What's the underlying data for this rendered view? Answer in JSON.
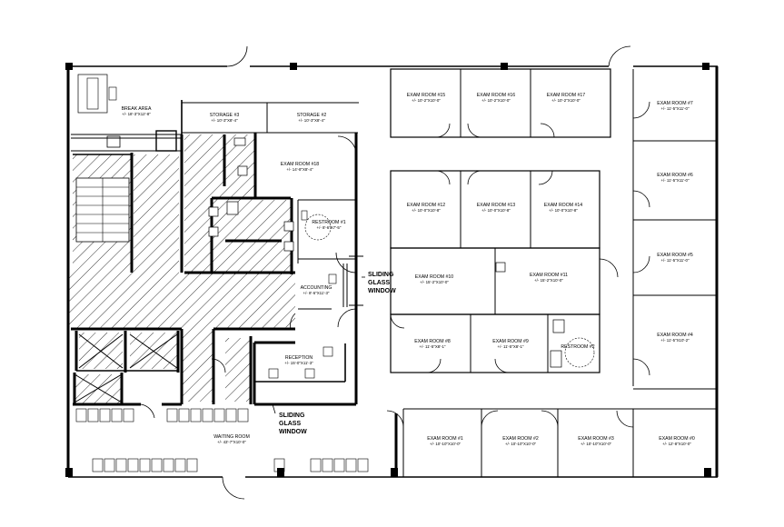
{
  "rooms": [
    {
      "id": "break-area",
      "name": "BREAK AREA",
      "dims": "+/- 18'-3\"X12'-8\""
    },
    {
      "id": "storage-3",
      "name": "STORAGE #3",
      "dims": "+/- 10'-3\"X8'-4\""
    },
    {
      "id": "storage-2",
      "name": "STORAGE #2",
      "dims": "+/- 10'-3\"X8'-4\""
    },
    {
      "id": "exam-18",
      "name": "EXAM ROOM #18",
      "dims": "+/- 14'-8\"X8'-4\""
    },
    {
      "id": "exam-15",
      "name": "EXAM ROOM #15",
      "dims": "+/- 10'-2\"X10'-0\""
    },
    {
      "id": "exam-16",
      "name": "EXAM ROOM #16",
      "dims": "+/- 10'-2\"X10'-0\""
    },
    {
      "id": "exam-17",
      "name": "EXAM ROOM #17",
      "dims": "+/- 10'-2\"X10'-0\""
    },
    {
      "id": "exam-7",
      "name": "EXAM ROOM #7",
      "dims": "+/- 11'-5\"X11'-0\""
    },
    {
      "id": "exam-6",
      "name": "EXAM ROOM #6",
      "dims": "+/- 11'-5\"X11'-0\""
    },
    {
      "id": "exam-5",
      "name": "EXAM ROOM #5",
      "dims": "+/- 11'-5\"X11'-0\""
    },
    {
      "id": "exam-4",
      "name": "EXAM ROOM #4",
      "dims": "+/- 11'-5\"X10'-2\""
    },
    {
      "id": "exam-12",
      "name": "EXAM ROOM #12",
      "dims": "+/- 10'-0\"X10'-8\""
    },
    {
      "id": "exam-13",
      "name": "EXAM ROOM #13",
      "dims": "+/- 10'-0\"X10'-8\""
    },
    {
      "id": "exam-14",
      "name": "EXAM ROOM #14",
      "dims": "+/- 10'-0\"X10'-8\""
    },
    {
      "id": "restroom-1",
      "name": "RESTROOM #1",
      "dims": "+/- 8'-6\"X7'-5\""
    },
    {
      "id": "exam-10",
      "name": "EXAM ROOM #10",
      "dims": "+/- 15'-2\"X10'-0\""
    },
    {
      "id": "exam-11",
      "name": "EXAM ROOM #11",
      "dims": "+/- 15'-2\"X10'-0\""
    },
    {
      "id": "accounting",
      "name": "ACCOUNTING",
      "dims": "+/- 8'-6\"X11'-3\""
    },
    {
      "id": "exam-8",
      "name": "EXAM ROOM #8",
      "dims": "+/- 11'-5\"X8'-1\""
    },
    {
      "id": "exam-9",
      "name": "EXAM ROOM #9",
      "dims": "+/- 11'-5\"X8'-1\""
    },
    {
      "id": "restroom-2",
      "name": "RESTROOM #2",
      "dims": ""
    },
    {
      "id": "reception",
      "name": "RECEPTION",
      "dims": "+/- 15'-0\"X11'-3\""
    },
    {
      "id": "waiting",
      "name": "WAITING ROOM",
      "dims": "+/- 43'-7\"X10'-0\""
    },
    {
      "id": "exam-1",
      "name": "EXAM ROOM #1",
      "dims": "+/- 10'-10\"X10'-0\""
    },
    {
      "id": "exam-2",
      "name": "EXAM ROOM #2",
      "dims": "+/- 10'-10\"X10'-0\""
    },
    {
      "id": "exam-3",
      "name": "EXAM ROOM #3",
      "dims": "+/- 10'-10\"X10'-0\""
    },
    {
      "id": "exam-0",
      "name": "EXAM ROOM #0",
      "dims": "+/- 12'-8\"X10'-0\""
    }
  ],
  "notes": {
    "sliding_window_top": [
      "SLIDING",
      "GLASS",
      "WINDOW"
    ],
    "sliding_window_bottom": [
      "SLIDING",
      "GLASS",
      "WINDOW"
    ]
  },
  "colors": {
    "line": "#000000",
    "hatch": "#000000",
    "background": "#ffffff"
  }
}
